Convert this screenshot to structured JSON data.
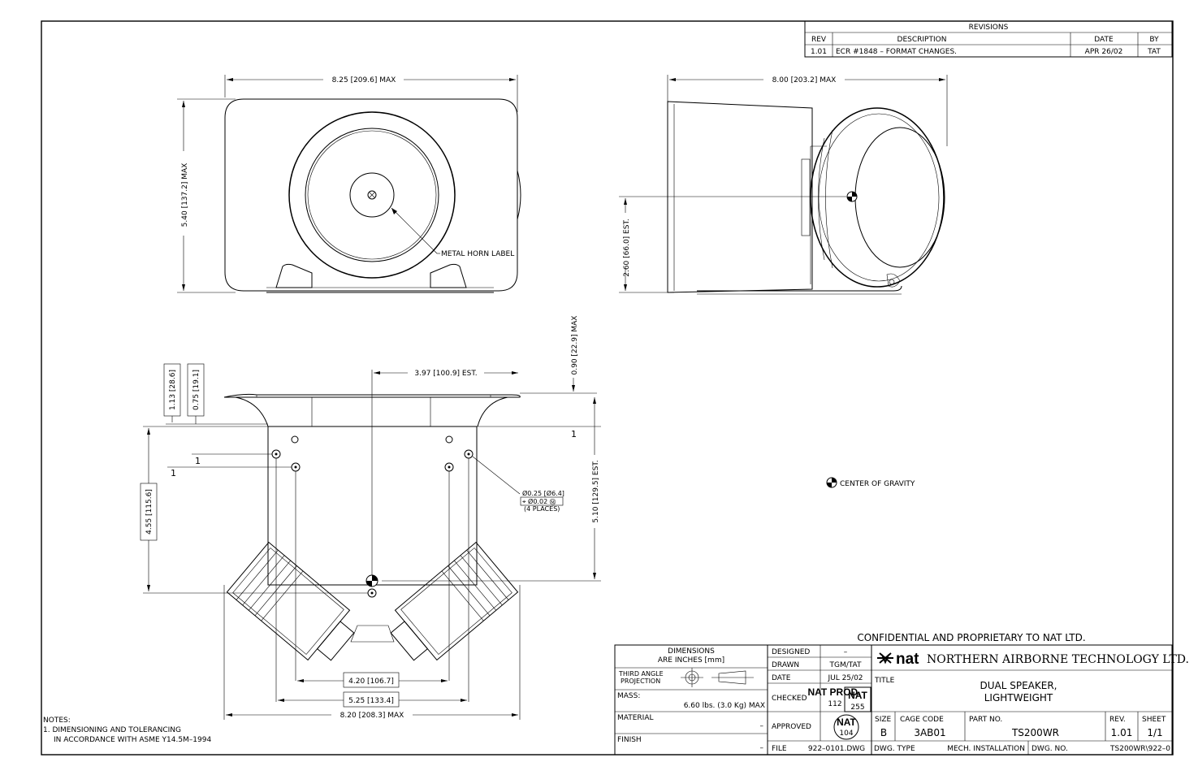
{
  "revisions": {
    "title": "REVISIONS",
    "headers": {
      "rev": "REV",
      "description": "DESCRIPTION",
      "date": "DATE",
      "by": "BY"
    },
    "rows": [
      {
        "rev": "1.01",
        "description": "ECR #1848 – FORMAT CHANGES.",
        "date": "APR 26/02",
        "by": "TAT"
      }
    ]
  },
  "front_view": {
    "width_dim": "8.25 [209.6] MAX",
    "height_dim": "5.40 [137.2] MAX",
    "label_callout": "METAL HORN LABEL"
  },
  "side_view": {
    "width_dim": "8.00 [203.2] MAX",
    "cg_height_dim": "2.60 [66.0] EST."
  },
  "bottom_view": {
    "cg_offset_dim": "3.97 [100.9] EST.",
    "flange_dim": "0.90 [22.9] MAX",
    "dim_113": "1.13 [28.6]",
    "dim_075": "0.75 [19.1]",
    "height_455": "4.55 [115.6]",
    "depth_510": "5.10 [129.5] EST.",
    "hole_dia": "Ø0.25 [Ø6.4]",
    "hole_tol": "⌖ Ø0.02 Ⓜ",
    "hole_places": "(4 PLACES)",
    "dim_420": "4.20 [106.7]",
    "dim_525": "5.25 [133.4]",
    "dim_820": "8.20 [208.3] MAX",
    "datum_1a": "1",
    "datum_1b": "1",
    "datum_1c": "1"
  },
  "legend": {
    "cg": "CENTER OF GRAVITY"
  },
  "notes": {
    "title": "NOTES:",
    "line1": "1. DIMENSIONING AND TOLERANCING",
    "line2": "IN ACCORDANCE WITH ASME Y14.5M–1994"
  },
  "confidential": "CONFIDENTIAL AND PROPRIETARY TO NAT LTD.",
  "title_block": {
    "dims_line1": "DIMENSIONS",
    "dims_line2": "ARE INCHES [mm]",
    "projection_line1": "THIRD ANGLE",
    "projection_line2": "PROJECTION",
    "mass_label": "MASS:",
    "mass_value": "6.60 lbs. (3.0 Kg) MAX",
    "material_label": "MATERIAL",
    "material_value": "–",
    "finish_label": "FINISH",
    "finish_value": "–",
    "designed_label": "DESIGNED",
    "designed_value": "–",
    "drawn_label": "DRAWN",
    "drawn_value": "TGM/TAT",
    "date_label": "DATE",
    "date_value": "JUL 25/02",
    "checked_label": "CHECKED",
    "nat_prod": "NAT PROD.",
    "nat_prod_num": "112",
    "stamp1_top": "NAT",
    "stamp1_num": "255",
    "approved_label": "APPROVED",
    "stamp2_top": "NAT",
    "stamp2_num": "104",
    "file_label": "FILE",
    "file_value": "922–0101.DWG",
    "company_logo": "nat",
    "company_name": "NORTHERN AIRBORNE TECHNOLOGY LTD.",
    "title_label": "TITLE",
    "title_line1": "DUAL SPEAKER,",
    "title_line2": "LIGHTWEIGHT",
    "size_label": "SIZE",
    "size_value": "B",
    "cage_label": "CAGE CODE",
    "cage_value": "3AB01",
    "part_label": "PART NO.",
    "part_value": "TS200WR",
    "rev_label": "REV.",
    "rev_value": "1.01",
    "sheet_label": "SHEET",
    "sheet_value": "1/1",
    "dwg_type_label": "DWG. TYPE",
    "dwg_type_value": "MECH. INSTALLATION",
    "dwg_no_label": "DWG. NO.",
    "dwg_no_value": "TS200WR\\922–0"
  }
}
